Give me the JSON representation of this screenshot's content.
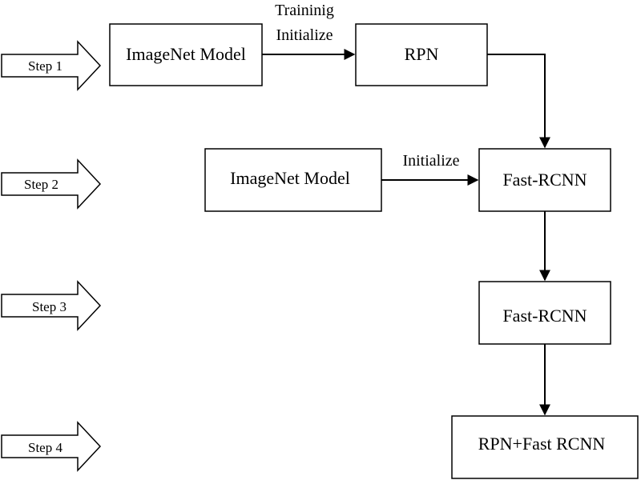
{
  "steps": [
    {
      "label": "Step 1"
    },
    {
      "label": "Step 2"
    },
    {
      "label": "Step 3"
    },
    {
      "label": "Step 4"
    }
  ],
  "boxes": {
    "imagenet1": "ImageNet Model",
    "rpn": "RPN",
    "imagenet2": "ImageNet Model",
    "fastrcnn1": "Fast-RCNN",
    "fastrcnn2": "Fast-RCNN",
    "final": "RPN+Fast RCNN"
  },
  "edges": {
    "edge1_line1": "Traininig",
    "edge1_line2": "Initialize",
    "edge2": "Initialize"
  }
}
